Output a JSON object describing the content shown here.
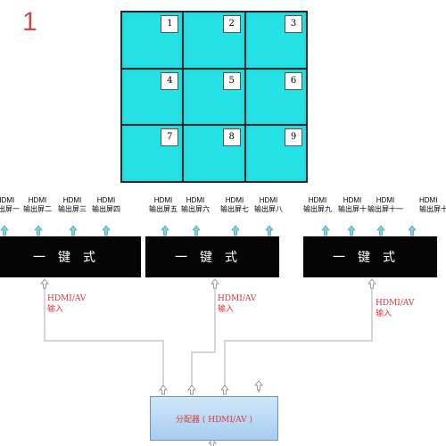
{
  "page_number": "1",
  "screens": [
    "1",
    "2",
    "3",
    "4",
    "5",
    "6",
    "7",
    "8",
    "9"
  ],
  "ports": [
    {
      "line1": "HDMI",
      "line2": "输出屏一"
    },
    {
      "line1": "HDMI",
      "line2": "输出屏二"
    },
    {
      "line1": "HDMI",
      "line2": "输出屏三"
    },
    {
      "line1": "HDMI",
      "line2": "输出屏四"
    },
    {
      "line1": "HDMI",
      "line2": "输出屏五"
    },
    {
      "line1": "HDMI",
      "line2": "输出屏六"
    },
    {
      "line1": "HDMI",
      "line2": "输出屏七"
    },
    {
      "line1": "HDMI",
      "line2": "输出屏八"
    },
    {
      "line1": "HDMI",
      "line2": "输出屏九"
    },
    {
      "line1": "HDMI",
      "line2": "输出屏十"
    },
    {
      "line1": "HDMI",
      "line2": "输出屏十一"
    },
    {
      "line1": "HDMI",
      "line2": "输出屏十二"
    }
  ],
  "units": [
    {
      "label": "一键式",
      "input_line1": "HDMI/AV",
      "input_line2": "输入"
    },
    {
      "label": "一键式",
      "input_line1": "HDMI/AV",
      "input_line2": "输入"
    },
    {
      "label": "一键式",
      "input_line1": "HDMI/AV",
      "input_line2": "输入"
    }
  ],
  "splitter_label": "分配器 ( HDMI/AV )",
  "colors": {
    "screen": "#24e2e6",
    "arrow": "#7fd7dc",
    "unit": "#050505",
    "accent_red": "#d23a3a",
    "page_number": "#c0504d"
  }
}
